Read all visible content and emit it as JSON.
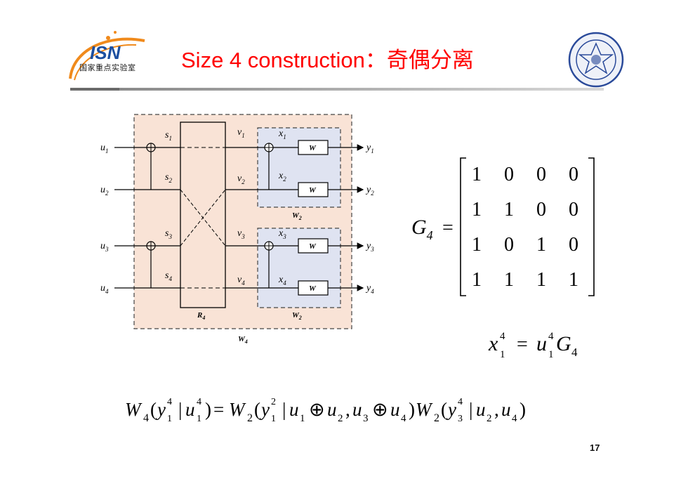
{
  "header": {
    "title": "Size 4 construction：奇偶分离",
    "logo_text": "国家重点实验室",
    "logo_letters": "ISN"
  },
  "diagram": {
    "inputs": [
      "u1",
      "u2",
      "u3",
      "u4"
    ],
    "outputs": [
      "y1",
      "y2",
      "y3",
      "y4"
    ],
    "s_labels": [
      "s1",
      "s2",
      "s3",
      "s4"
    ],
    "v_labels": [
      "v1",
      "v2",
      "v3",
      "v4"
    ],
    "x_labels": [
      "x1",
      "x2",
      "x3",
      "x4"
    ],
    "w_block_label": "W",
    "w2_label": "W2",
    "r4_label": "R4",
    "w4_label": "W4",
    "colors": {
      "outer_fill": "#f9e3d6",
      "inner_fill": "#dfe3f1"
    }
  },
  "matrix": {
    "name": "G4",
    "rows": [
      [
        1,
        0,
        0,
        0
      ],
      [
        1,
        1,
        0,
        0
      ],
      [
        1,
        0,
        1,
        0
      ],
      [
        1,
        1,
        1,
        1
      ]
    ]
  },
  "equations": {
    "encoding": "x_1^4 = u_1^4 G_4",
    "channel": "W_4(y_1^4 | u_1^4) = W_2(y_1^2 | u_1 ⊕ u_2, u_3 ⊕ u_4) W_2(y_3^4 | u_2, u_4)"
  },
  "footer": {
    "page_number": "17"
  }
}
